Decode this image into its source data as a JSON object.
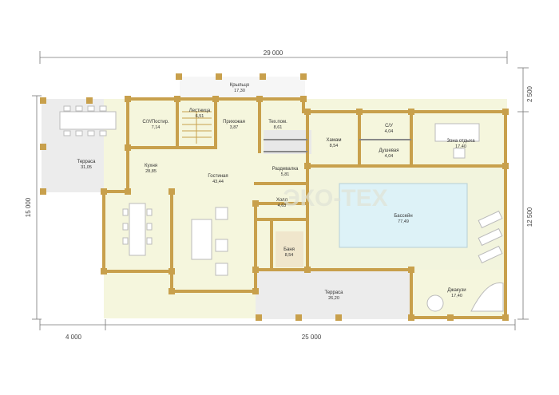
{
  "plan": {
    "watermark": "ЭКО-ТЕХ",
    "dimensions": {
      "total_width": "29 000",
      "left_width": "4 000",
      "right_width": "25 000",
      "total_height": "15 000",
      "right_height": "12 500",
      "top_offset": "2 500"
    },
    "rooms": [
      {
        "name": "Крыльцо",
        "area": "17,30"
      },
      {
        "name": "Лестница",
        "area": "6,51"
      },
      {
        "name": "С/У/Постир.",
        "area": "7,14"
      },
      {
        "name": "Прихожая",
        "area": "3,87"
      },
      {
        "name": "Тех.пом.",
        "area": "8,61"
      },
      {
        "name": "Терраса",
        "area": "31,05"
      },
      {
        "name": "Кухня",
        "area": "28,85"
      },
      {
        "name": "Гостиная",
        "area": "43,44"
      },
      {
        "name": "Раздевалка",
        "area": "5,81"
      },
      {
        "name": "Холл",
        "area": "4,63"
      },
      {
        "name": "Баня",
        "area": "8,54"
      },
      {
        "name": "Хамам",
        "area": "8,54"
      },
      {
        "name": "С/У",
        "area": "4,04"
      },
      {
        "name": "Душевая",
        "area": "4,04"
      },
      {
        "name": "Зона отдыха",
        "area": "17,40"
      },
      {
        "name": "Бассейн",
        "area": "77,49"
      },
      {
        "name": "Терраса",
        "area": "26,20"
      },
      {
        "name": "Джакузи",
        "area": "17,40"
      }
    ]
  }
}
